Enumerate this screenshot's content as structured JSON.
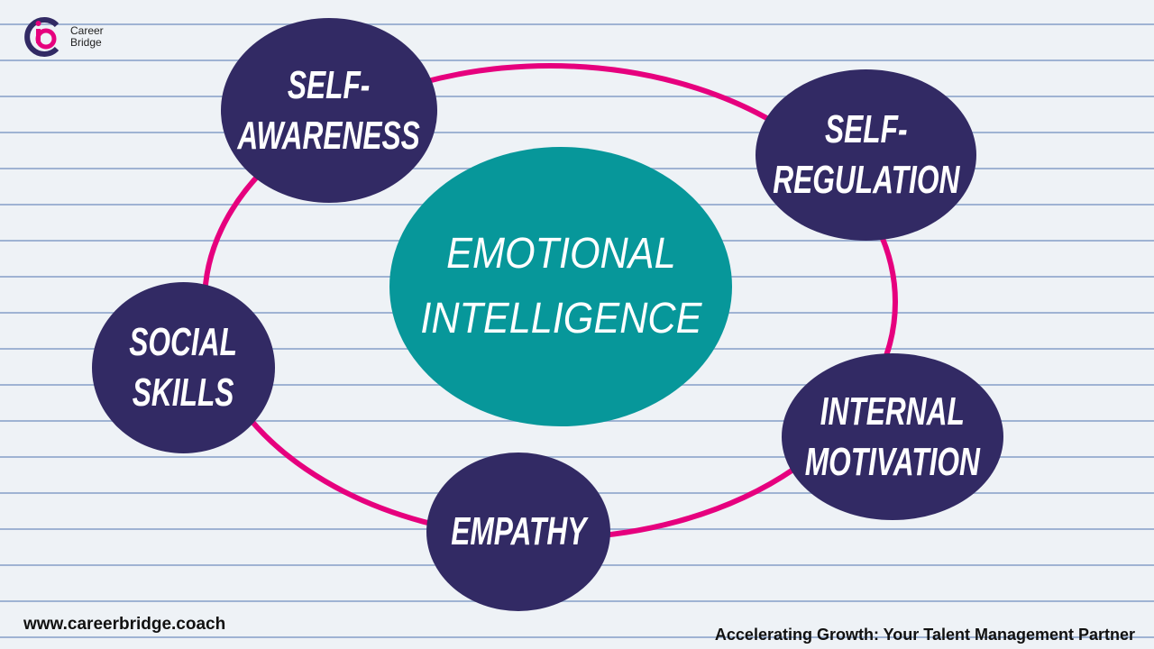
{
  "logo": {
    "line1": "Career",
    "line2": "Bridge"
  },
  "center": {
    "line1": "EMOTIONAL",
    "line2": "INTELLIGENCE"
  },
  "nodes": {
    "self_awareness": {
      "line1": "SELF-",
      "line2": "AWARENESS"
    },
    "self_regulation": {
      "line1": "SELF-",
      "line2": "REGULATION"
    },
    "social_skills": {
      "line1": "SOCIAL",
      "line2": "SKILLS"
    },
    "internal_motivation": {
      "line1": "INTERNAL",
      "line2": "MOTIVATION"
    },
    "empathy": {
      "line1": "EMPATHY"
    }
  },
  "footer": {
    "url": "www.careerbridge.coach",
    "tagline": "Accelerating Growth: Your Talent Management Partner"
  },
  "colors": {
    "ring": "#e6007e",
    "node": "#322a64",
    "center": "#07979a"
  }
}
